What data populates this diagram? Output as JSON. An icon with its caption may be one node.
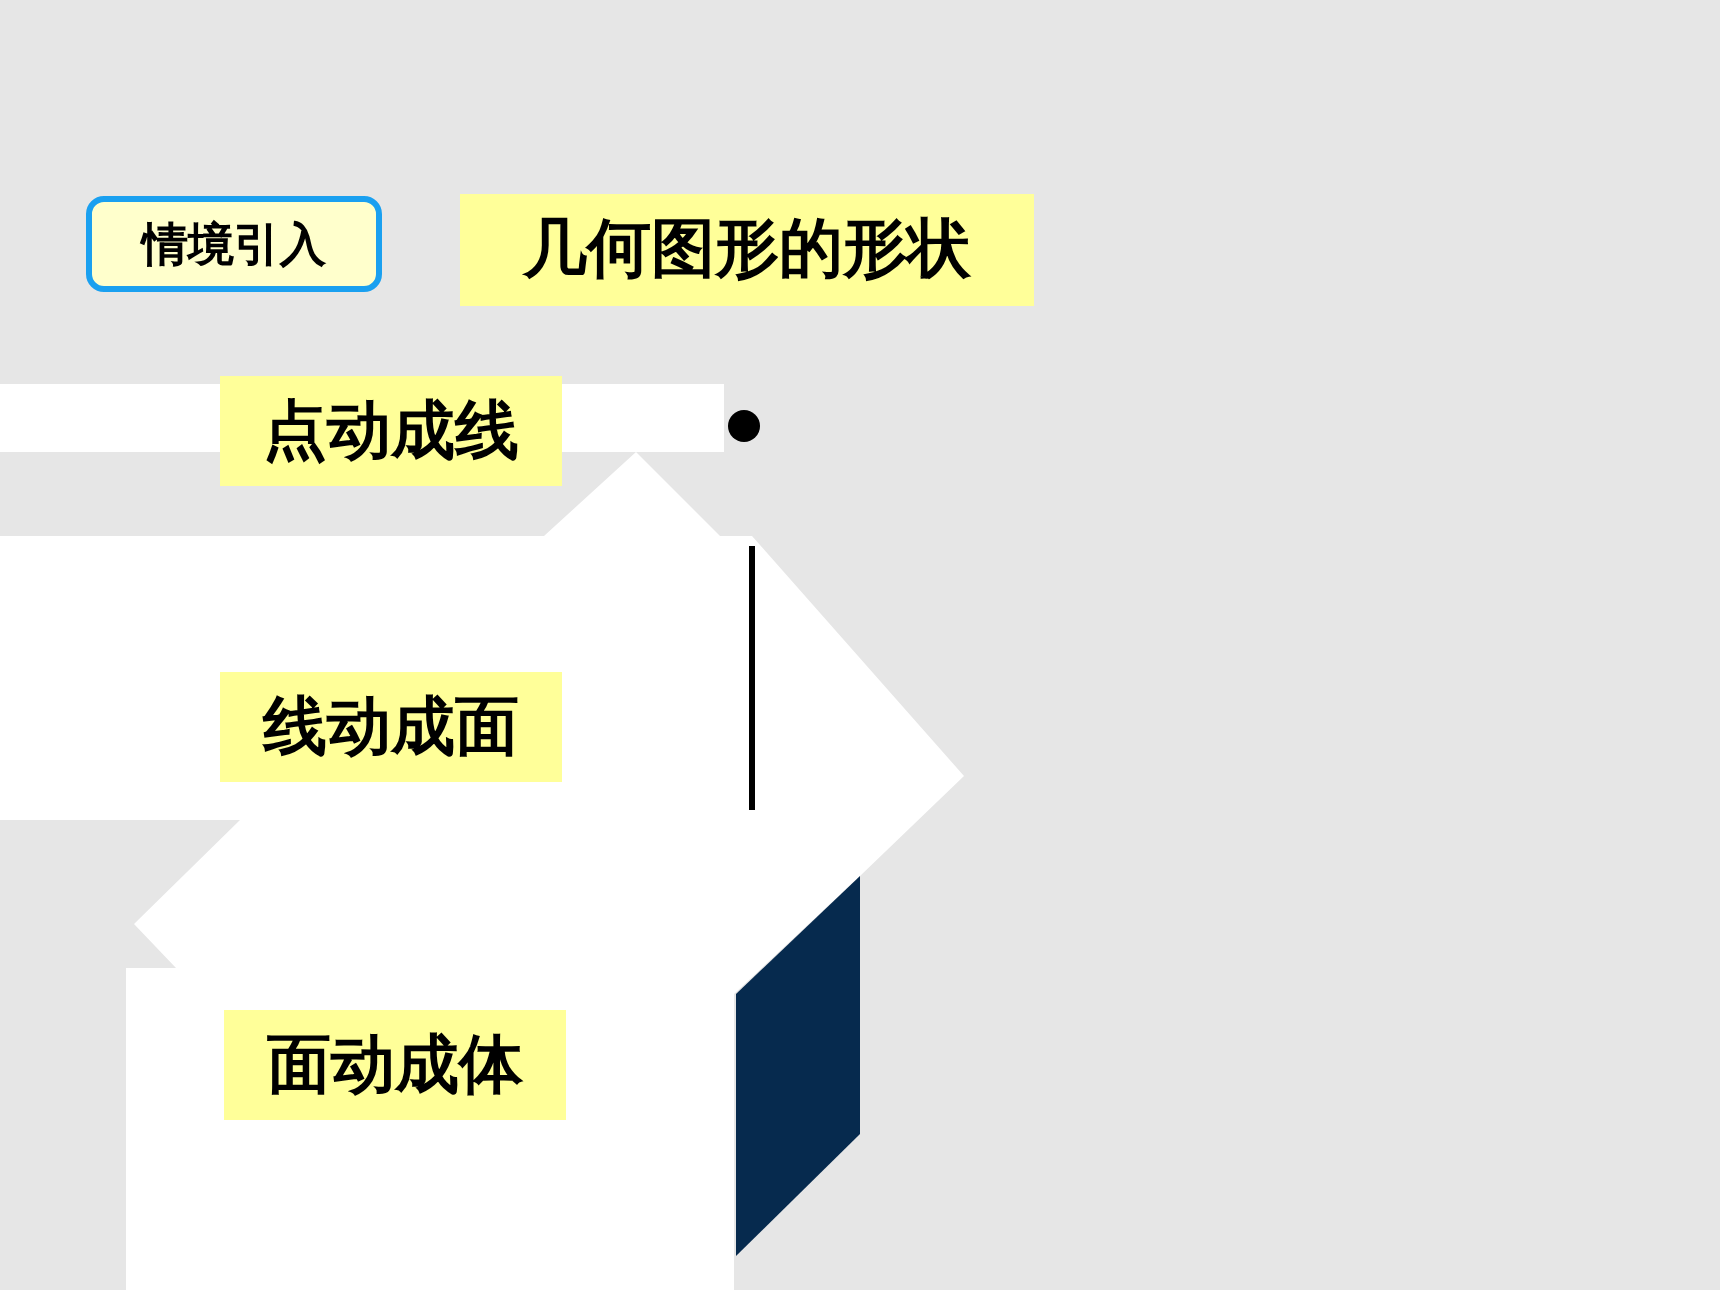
{
  "diagram": {
    "title": "几何图形的形状",
    "nodes": [
      {
        "text": [
          "点动成线"
        ]
      },
      {
        "text": [
          "线动成面"
        ]
      },
      {
        "text": [
          "面动成体"
        ]
      }
    ],
    "labels": [
      "情境引入"
    ]
  }
}
